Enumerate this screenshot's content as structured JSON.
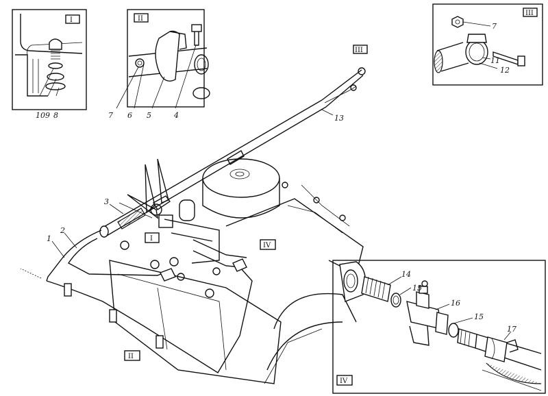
{
  "callouts": {
    "c1": "1",
    "c2": "2",
    "c3": "3",
    "c4": "4",
    "c5": "5",
    "c6": "6",
    "c7a": "7",
    "c7b": "7",
    "c8": "8",
    "c9": "9",
    "c10": "10",
    "c11": "11",
    "c12": "12",
    "c13": "13",
    "c14": "14",
    "c15a": "15",
    "c15b": "15",
    "c16": "16",
    "c17": "17"
  },
  "views": {
    "v1": "I",
    "v2": "II",
    "v3": "III",
    "v4": "IV",
    "v1_main": "I",
    "v2_main": "II",
    "v3_main": "III",
    "v4_main": "IV"
  }
}
